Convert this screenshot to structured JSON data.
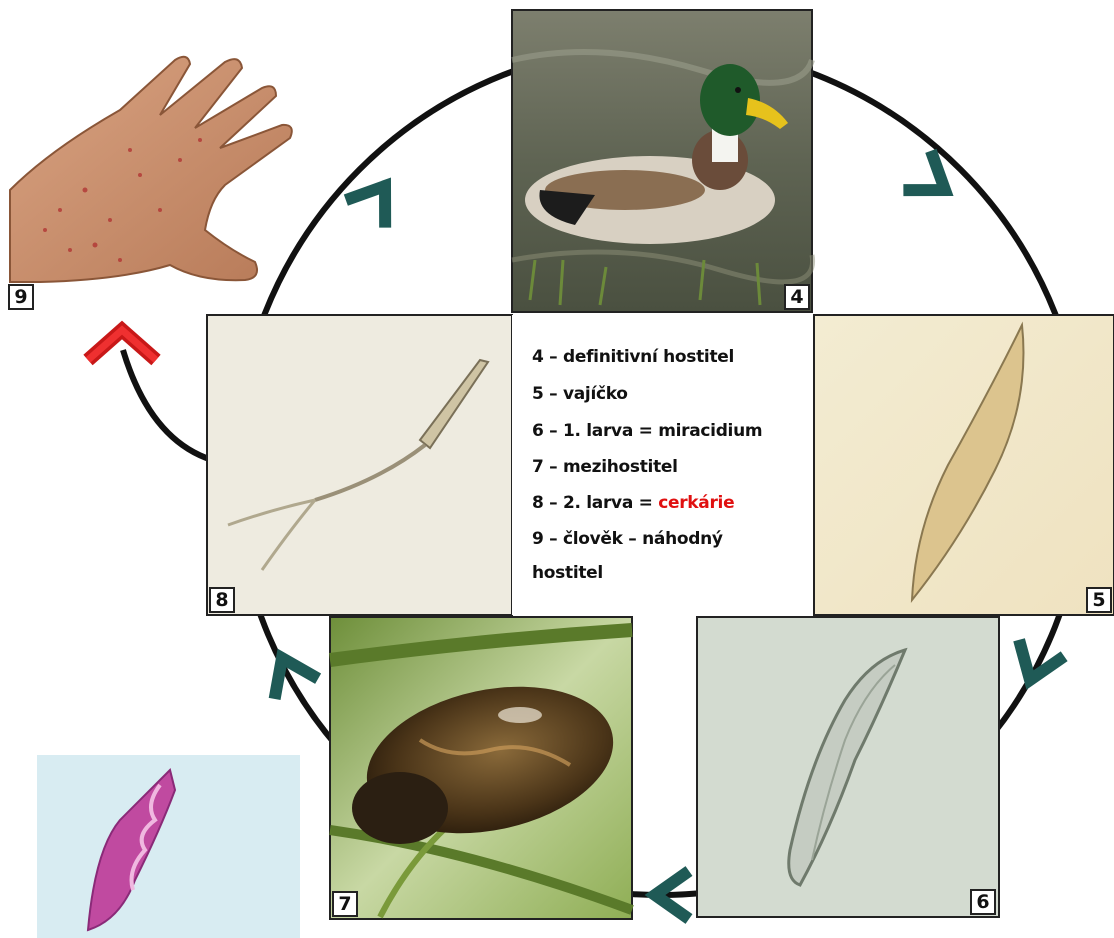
{
  "panels": {
    "p4": {
      "label": "4"
    },
    "p5": {
      "label": "5"
    },
    "p6": {
      "label": "6"
    },
    "p7": {
      "label": "7"
    },
    "p8": {
      "label": "8"
    },
    "p9": {
      "label": "9"
    }
  },
  "legend": {
    "line4": "4 – definitivní hostitel",
    "line5": "5 – vajíčko",
    "line6": "6 – 1. larva = miracidium",
    "line7": "7 – mezihostitel",
    "line8_prefix": "8 – 2. larva = ",
    "line8_highlight": "cerkárie",
    "line9a": "9 – člověk – náhodný",
    "line9b": "hostitel"
  },
  "colors": {
    "arrow_teal": "#1f5a56",
    "arrow_red": "#e02020",
    "highlight_red": "#e01010",
    "cycle_line": "#111111"
  }
}
